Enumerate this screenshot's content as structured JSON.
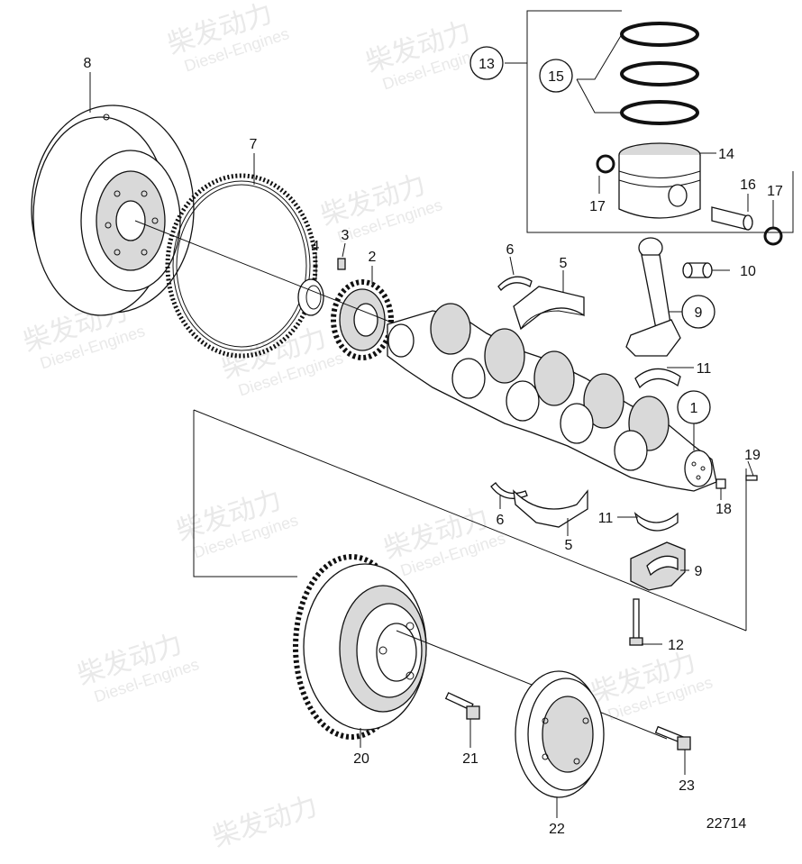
{
  "diagram_id": "22714",
  "watermark": {
    "cn": "柴发动力",
    "en": "Diesel-Engines"
  },
  "callouts": {
    "c1": "1",
    "c2": "2",
    "c3": "3",
    "c4": "4",
    "c5a": "5",
    "c5b": "5",
    "c6a": "6",
    "c6b": "6",
    "c7": "7",
    "c8": "8",
    "c9a": "9",
    "c9b": "9",
    "c10": "10",
    "c11a": "11",
    "c11b": "11",
    "c12": "12",
    "c13": "13",
    "c14": "14",
    "c15": "15",
    "c16": "16",
    "c17a": "17",
    "c17b": "17",
    "c18": "18",
    "c19": "19",
    "c20": "20",
    "c21": "21",
    "c22": "22",
    "c23": "23"
  }
}
